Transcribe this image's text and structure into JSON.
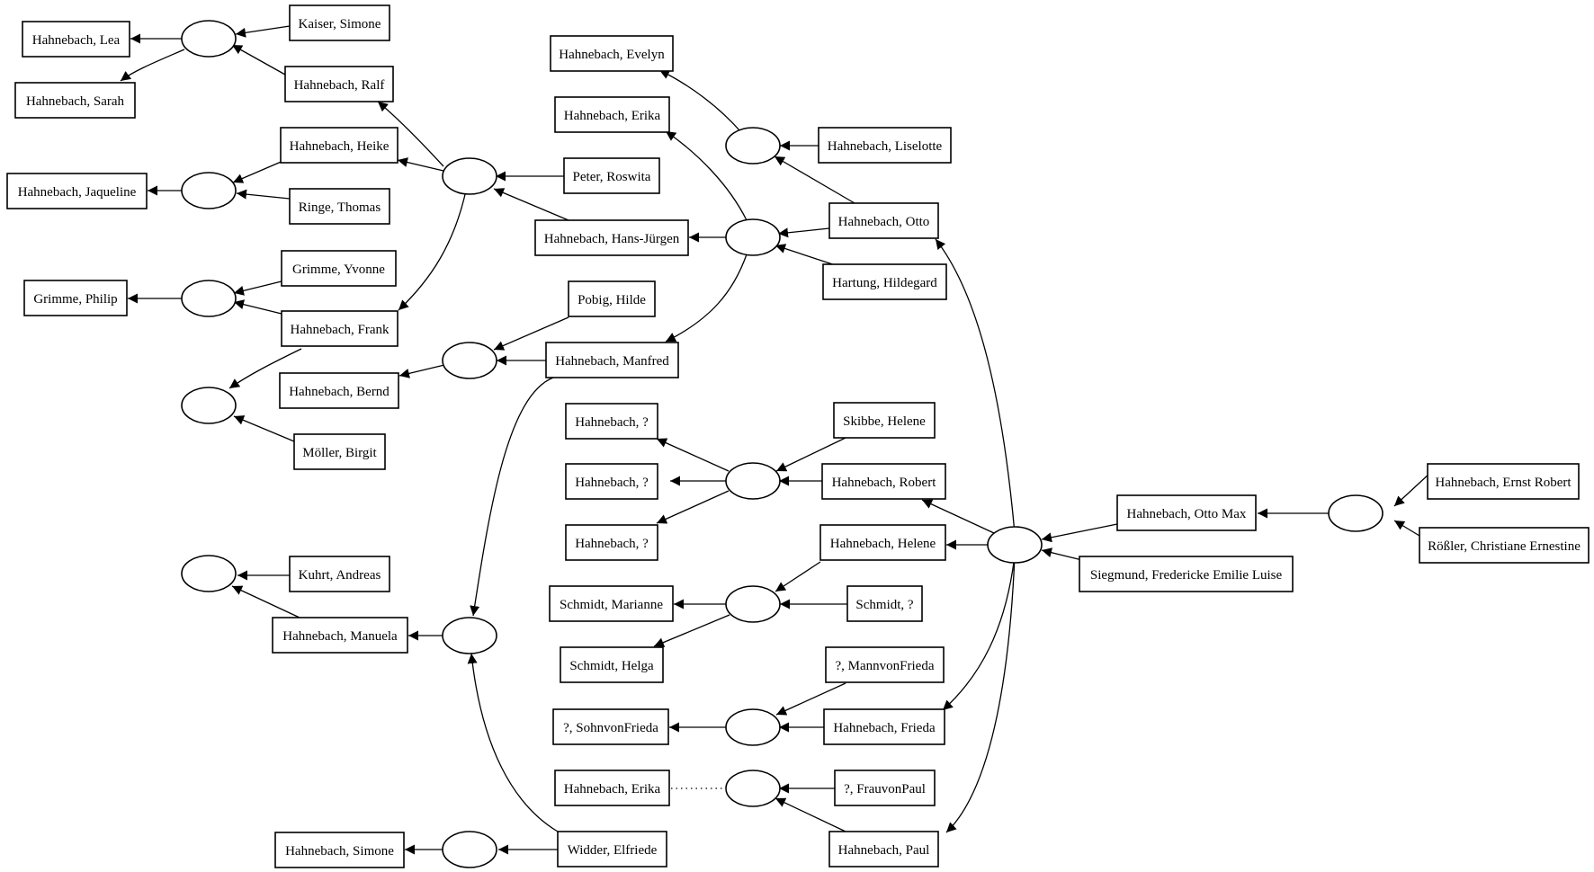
{
  "people": [
    {
      "id": "lea",
      "label": "Hahnebach, Lea"
    },
    {
      "id": "sarah",
      "label": "Hahnebach, Sarah"
    },
    {
      "id": "simone_k",
      "label": "Kaiser, Simone"
    },
    {
      "id": "ralf",
      "label": "Hahnebach, Ralf"
    },
    {
      "id": "heike",
      "label": "Hahnebach, Heike"
    },
    {
      "id": "jaqueline",
      "label": "Hahnebach, Jaqueline"
    },
    {
      "id": "thomas",
      "label": "Ringe, Thomas"
    },
    {
      "id": "yvonne",
      "label": "Grimme, Yvonne"
    },
    {
      "id": "philip",
      "label": "Grimme, Philip"
    },
    {
      "id": "frank",
      "label": "Hahnebach, Frank"
    },
    {
      "id": "bernd",
      "label": "Hahnebach, Bernd"
    },
    {
      "id": "birgit",
      "label": "Möller, Birgit"
    },
    {
      "id": "andreas",
      "label": "Kuhrt, Andreas"
    },
    {
      "id": "manuela",
      "label": "Hahnebach, Manuela"
    },
    {
      "id": "simone_h",
      "label": "Hahnebach, Simone"
    },
    {
      "id": "evelyn",
      "label": "Hahnebach, Evelyn"
    },
    {
      "id": "erika1",
      "label": "Hahnebach, Erika"
    },
    {
      "id": "roswita",
      "label": "Peter, Roswita"
    },
    {
      "id": "hansjuergen",
      "label": "Hahnebach, Hans-Jürgen"
    },
    {
      "id": "hilde",
      "label": "Pobig, Hilde"
    },
    {
      "id": "manfred",
      "label": "Hahnebach, Manfred"
    },
    {
      "id": "q1",
      "label": "Hahnebach, ?"
    },
    {
      "id": "q2",
      "label": "Hahnebach, ?"
    },
    {
      "id": "q3",
      "label": "Hahnebach, ?"
    },
    {
      "id": "marianne",
      "label": "Schmidt, Marianne"
    },
    {
      "id": "helga",
      "label": "Schmidt, Helga"
    },
    {
      "id": "sohnfrieda",
      "label": "?, SohnvonFrieda"
    },
    {
      "id": "erika2",
      "label": "Hahnebach, Erika"
    },
    {
      "id": "elfriede",
      "label": "Widder, Elfriede"
    },
    {
      "id": "liselotte",
      "label": "Hahnebach, Liselotte"
    },
    {
      "id": "otto",
      "label": "Hahnebach, Otto"
    },
    {
      "id": "hildegard",
      "label": "Hartung, Hildegard"
    },
    {
      "id": "helene_s",
      "label": "Skibbe, Helene"
    },
    {
      "id": "robert",
      "label": "Hahnebach, Robert"
    },
    {
      "id": "helene_h",
      "label": "Hahnebach, Helene"
    },
    {
      "id": "schmidt_q",
      "label": "Schmidt, ?"
    },
    {
      "id": "mannfrieda",
      "label": "?, MannvonFrieda"
    },
    {
      "id": "frieda",
      "label": "Hahnebach, Frieda"
    },
    {
      "id": "fraupaul",
      "label": "?, FrauvonPaul"
    },
    {
      "id": "paul",
      "label": "Hahnebach, Paul"
    },
    {
      "id": "ottomax",
      "label": "Hahnebach, Otto Max"
    },
    {
      "id": "fredericke",
      "label": "Siegmund, Fredericke Emilie Luise"
    },
    {
      "id": "ernstrobert",
      "label": "Hahnebach, Ernst Robert"
    },
    {
      "id": "christiane",
      "label": "Rößler, Christiane Ernestine"
    }
  ]
}
